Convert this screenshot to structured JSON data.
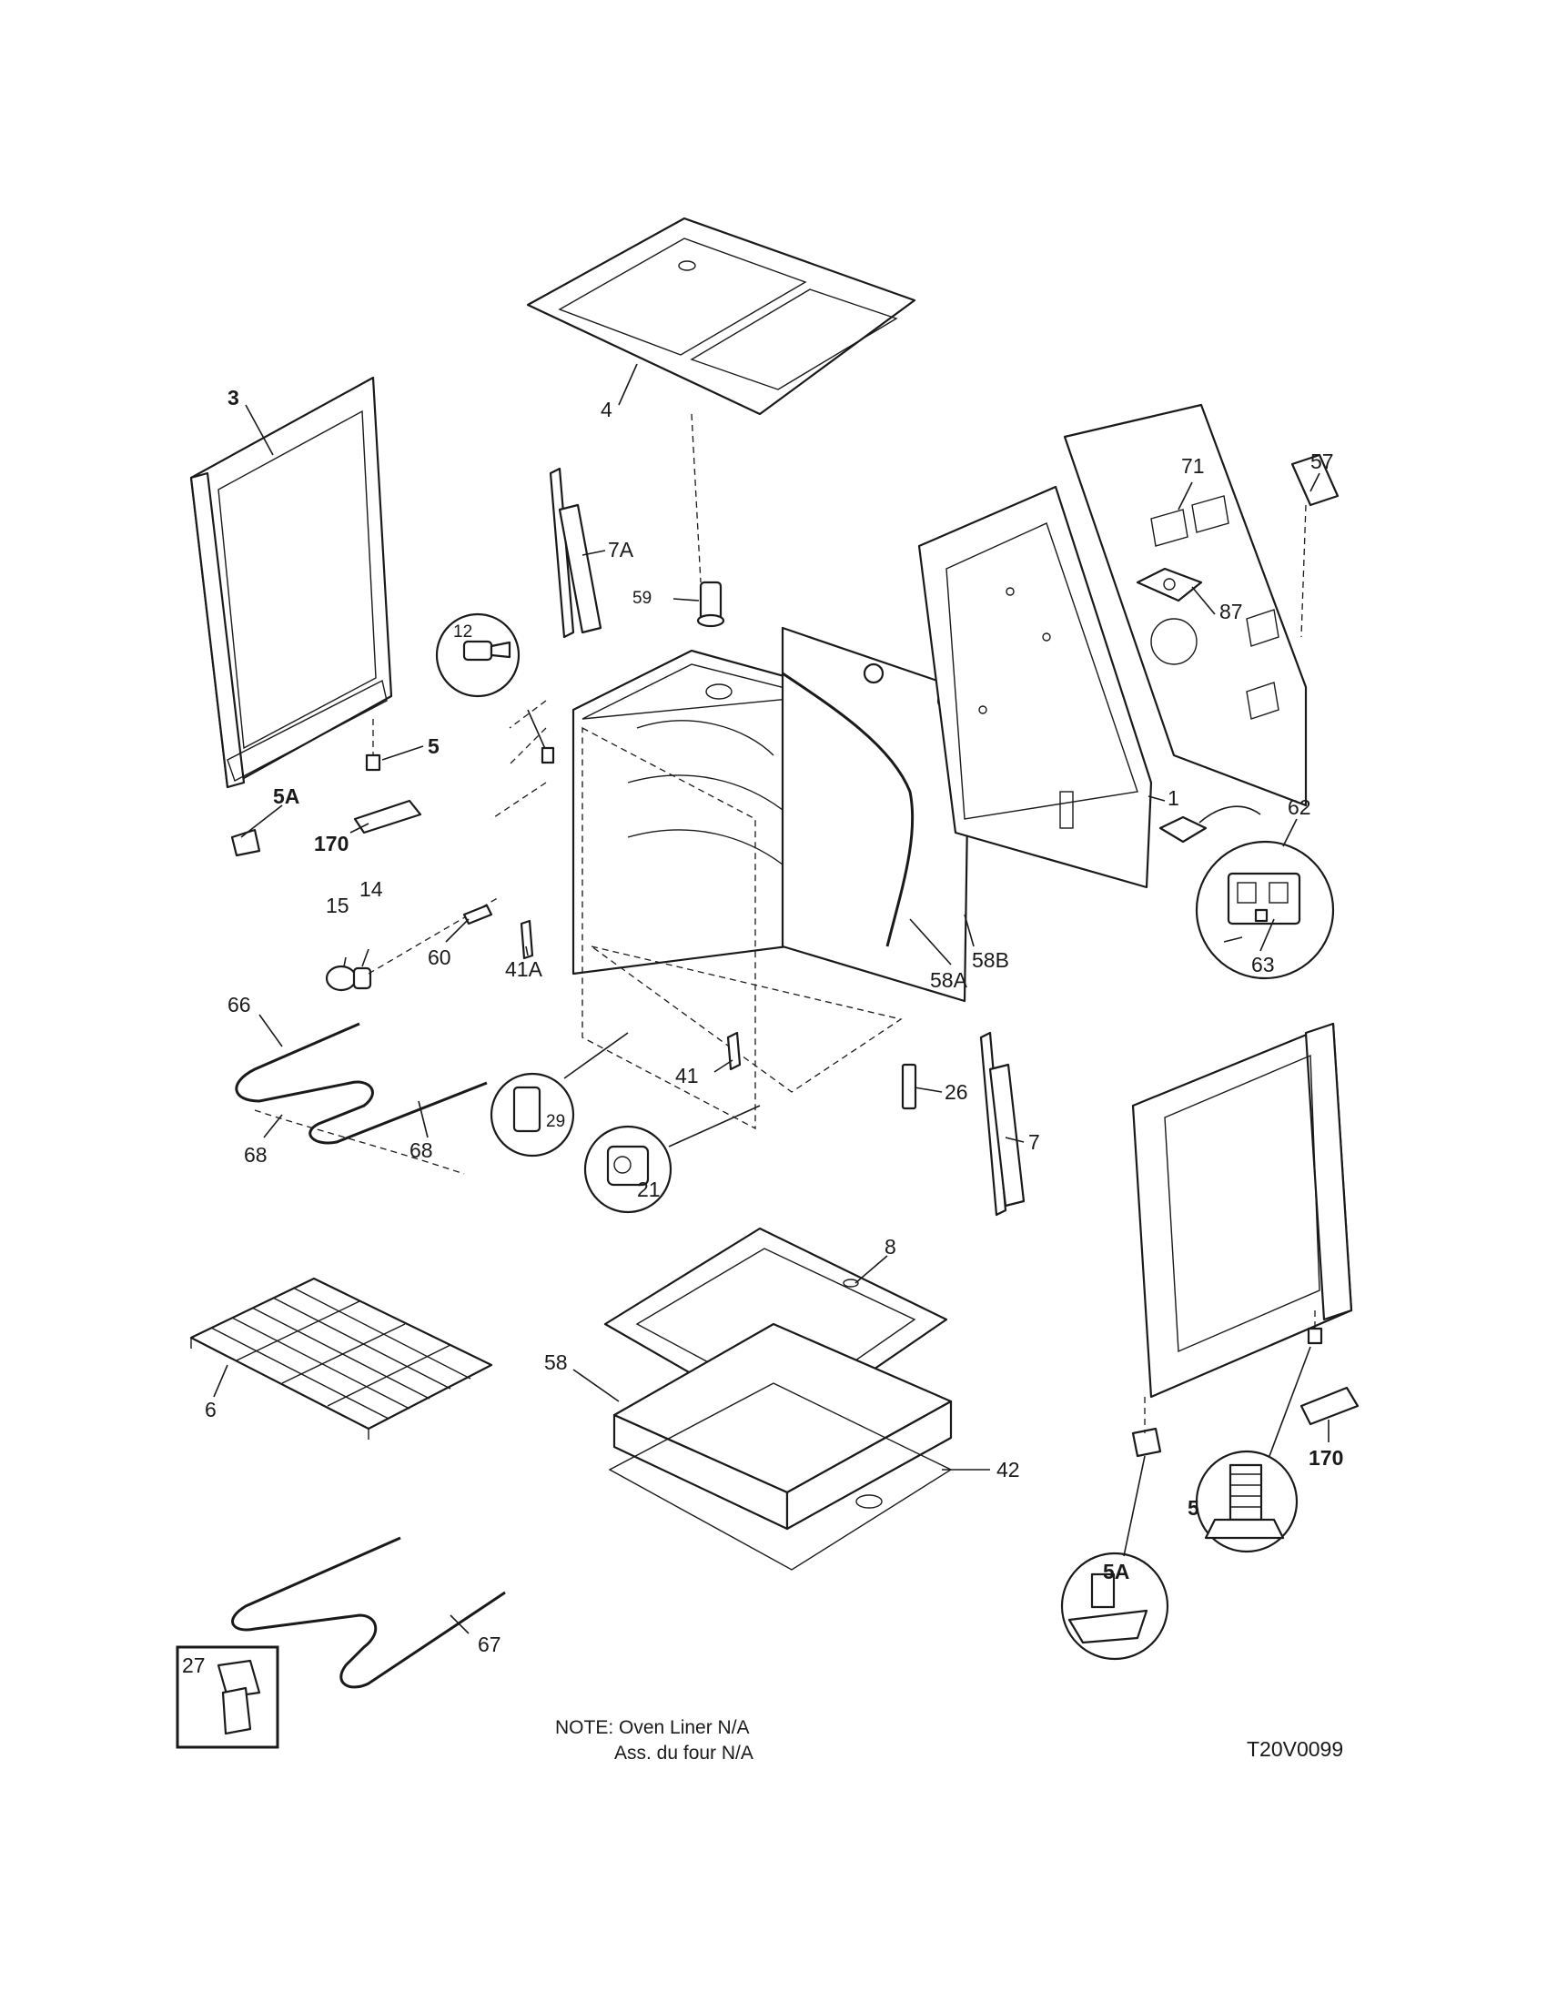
{
  "callouts": {
    "c3": "3",
    "c4": "4",
    "c5a": "5",
    "c5A_a": "5A",
    "c170_a": "170",
    "c7A": "7A",
    "c59": "59",
    "c12": "12",
    "c14": "14",
    "c15": "15",
    "c60": "60",
    "c41A": "41A",
    "c58A": "58A",
    "c58B": "58B",
    "c57": "57",
    "c71": "71",
    "c87": "87",
    "c1": "1",
    "c62": "62",
    "c63": "63",
    "c66": "66",
    "c68a": "68",
    "c68b": "68",
    "c29": "29",
    "c21": "21",
    "c41": "41",
    "c26": "26",
    "c7": "7",
    "c8": "8",
    "c6": "6",
    "c58": "58",
    "c42": "42",
    "c170_b": "170",
    "c5b": "5",
    "c5A_b": "5A",
    "c67": "67",
    "c27": "27"
  },
  "note": {
    "line1": "NOTE: Oven Liner N/A",
    "line2": "Ass. du four N/A"
  },
  "reference_code": "T20V0099"
}
